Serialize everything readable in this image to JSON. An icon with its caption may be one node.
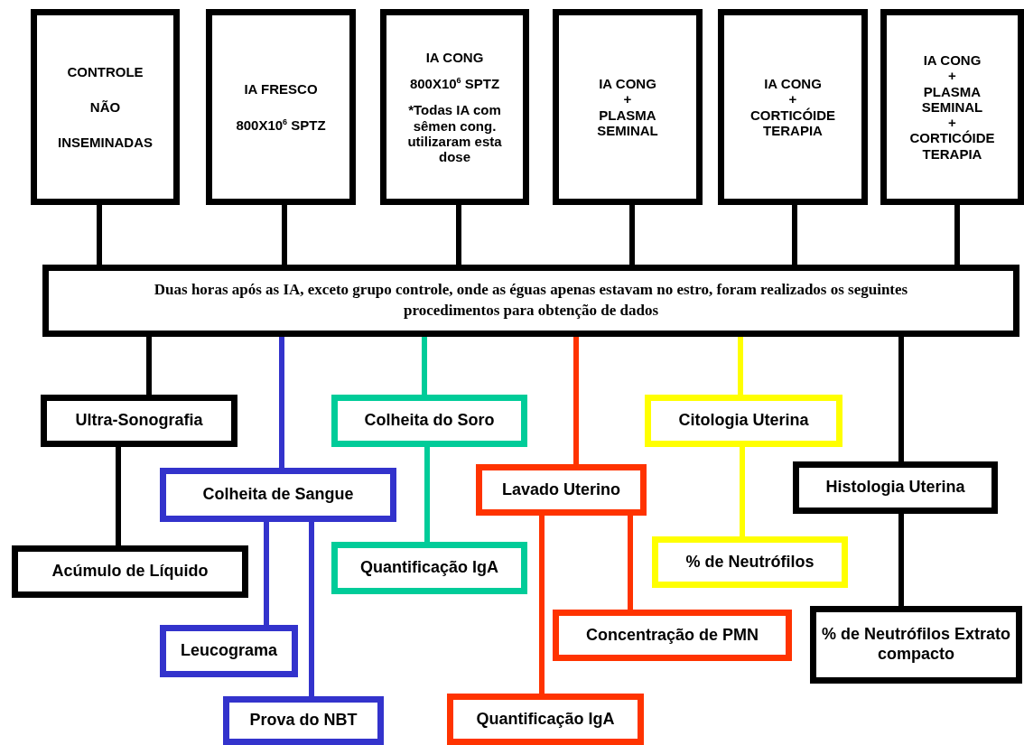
{
  "diagram": {
    "nodes": [
      {
        "text": [
          "CONTROLE",
          "NÃO",
          "INSEMINADAS"
        ]
      },
      {
        "text": [
          "IA FRESCO",
          "800X10$^{6}$ SPTZ"
        ]
      },
      {
        "text": [
          "IA CONG",
          "800X10$^{6}$ SPTZ",
          "*Todas IA com sêmen cong. utilizaram esta dose"
        ]
      },
      {
        "text": [
          "IA CONG",
          "+",
          "PLASMA SEMINAL"
        ]
      },
      {
        "text": [
          "IA CONG",
          "+",
          "CORTICÓIDE TERAPIA"
        ]
      },
      {
        "text": [
          "IA CONG",
          "+",
          "PLASMA SEMINAL",
          "+",
          "CORTICÓIDE TERAPIA"
        ]
      },
      {
        "text": [
          "Duas horas após as IA, exceto grupo controle, onde as éguas apenas estavam no estro, foram realizados os seguintes procedimentos para obtenção de dados"
        ]
      },
      {
        "text": [
          "Ultra-Sonografia"
        ]
      },
      {
        "text": [
          "Acúmulo de Líquido"
        ]
      },
      {
        "text": [
          "Colheita de Sangue"
        ]
      },
      {
        "text": [
          "Leucograma"
        ]
      },
      {
        "text": [
          "Prova do NBT"
        ]
      },
      {
        "text": [
          "Colheita do Soro"
        ]
      },
      {
        "text": [
          "Quantificação IgA"
        ]
      },
      {
        "text": [
          "Lavado Uterino"
        ]
      },
      {
        "text": [
          "Concentração de PMN"
        ]
      },
      {
        "text": [
          "Quantificação IgA"
        ]
      },
      {
        "text": [
          "Citologia Uterina"
        ]
      },
      {
        "text": [
          "% de Neutrófilos"
        ]
      },
      {
        "text": [
          "Histologia Uterina"
        ]
      },
      {
        "text": [
          "% de Neutrófilos Extrato compacto"
        ]
      }
    ],
    "edges": [
      {
        "from": 0,
        "to": 6,
        "arrow": "none"
      },
      {
        "from": 1,
        "to": 6,
        "arrow": "none"
      },
      {
        "from": 2,
        "to": 6,
        "arrow": "none"
      },
      {
        "from": 3,
        "to": 6,
        "arrow": "none"
      },
      {
        "from": 4,
        "to": 6,
        "arrow": "none"
      },
      {
        "from": 5,
        "to": 6,
        "arrow": "none"
      },
      {
        "from": 6,
        "to": 7,
        "arrow": "none"
      },
      {
        "from": 7,
        "to": 8,
        "arrow": "none"
      },
      {
        "from": 6,
        "to": 9,
        "arrow": "none",
        "color": "#3333cc"
      },
      {
        "from": 9,
        "to": 10,
        "arrow": "none",
        "color": "#3333cc"
      },
      {
        "from": 9,
        "to": 11,
        "arrow": "none",
        "color": "#3333cc"
      },
      {
        "from": 6,
        "to": 12,
        "arrow": "none",
        "color": "#00cc99"
      },
      {
        "from": 12,
        "to": 13,
        "arrow": "none",
        "color": "#00cc99"
      },
      {
        "from": 6,
        "to": 14,
        "arrow": "none",
        "color": "#ff3300"
      },
      {
        "from": 14,
        "to": 16,
        "arrow": "none",
        "color": "#ff3300"
      },
      {
        "from": 14,
        "to": 15,
        "arrow": "none",
        "color": "#ff3300"
      },
      {
        "from": 6,
        "to": 17,
        "arrow": "none",
        "color": "#ffff00"
      },
      {
        "from": 17,
        "to": 18,
        "arrow": "none",
        "color": "#ffff00"
      },
      {
        "from": 6,
        "to": 19,
        "arrow": "none"
      },
      {
        "from": 19,
        "to": 20,
        "arrow": "none"
      }
    ]
  }
}
